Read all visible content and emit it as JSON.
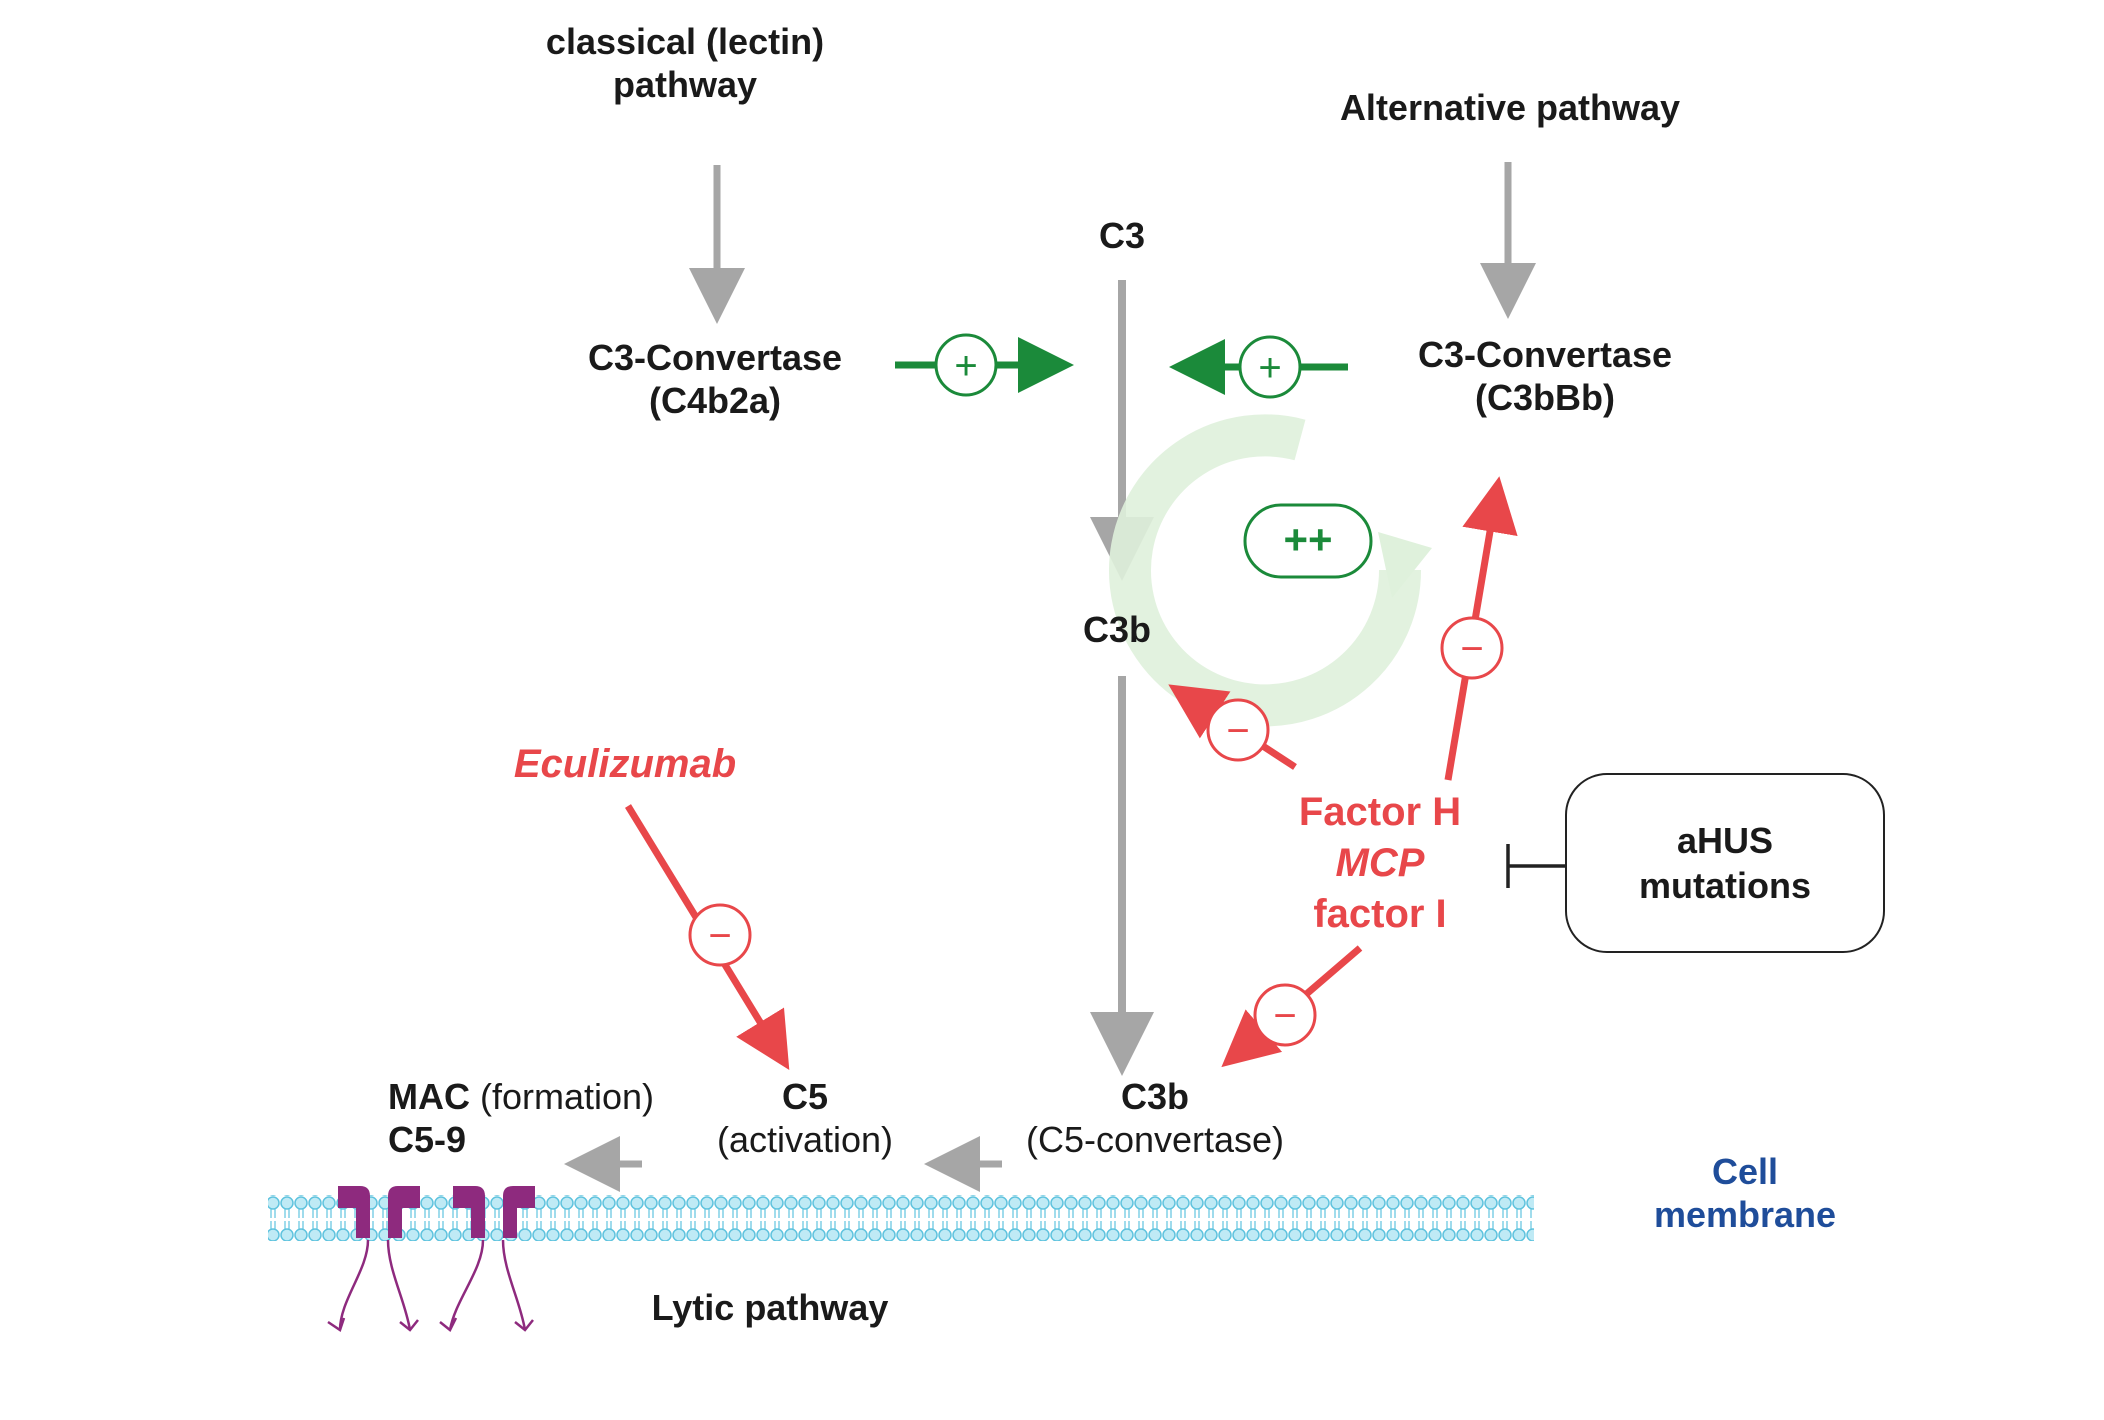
{
  "diagram": {
    "classical_line1": "classical (lectin)",
    "classical_line2": "pathway",
    "alternative": "Alternative pathway",
    "c3": "C3",
    "c3conv_left_line1": "C3-Convertase",
    "c3conv_left_line2": "(C4b2a)",
    "c3conv_right_line1": "C3-Convertase",
    "c3conv_right_line2": "(C3bBb)",
    "c3b_mid": "C3b",
    "amplification": "++",
    "plus": "+",
    "minus": "−",
    "eculizumab": "Eculizumab",
    "factor_h": "Factor H",
    "mcp": "MCP",
    "factor_i": "factor I",
    "ahus_line1": "aHUS",
    "ahus_line2": "mutations",
    "mac_bold": "MAC",
    "mac_rest": " (formation)",
    "c59": "C5-9",
    "c5": "C5",
    "c5_sub": "(activation)",
    "c3b_low": "C3b",
    "c3b_low_sub": "(C5-convertase)",
    "cell_line1": "Cell",
    "cell_line2": "membrane",
    "lytic": "Lytic pathway"
  },
  "colors": {
    "gray_arrow": "#a6a6a6",
    "green": "#1b8a3a",
    "red": "#e8474a",
    "membrane": "#7fd3e8",
    "mac_protein": "#8e2a7e",
    "blue_text": "#1f4d9a"
  },
  "icons": [
    "plus-icon",
    "minus-icon",
    "inhibition-bar-icon",
    "cycle-arrow-icon",
    "membrane-icon",
    "mac-pore-icon"
  ]
}
